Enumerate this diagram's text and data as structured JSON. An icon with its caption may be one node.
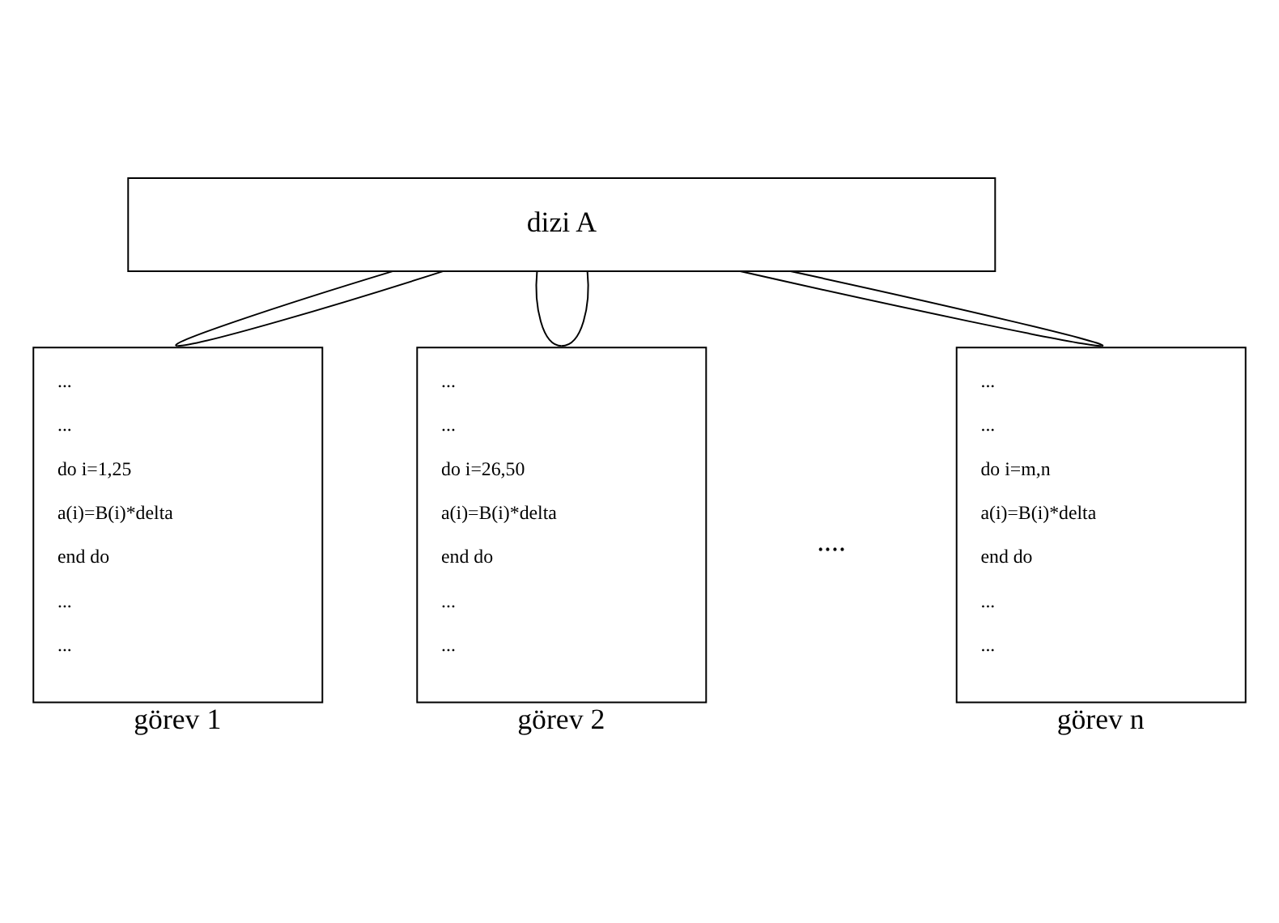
{
  "diagram": {
    "nodes": [
      {
        "text": [
          "dizi A"
        ]
      },
      {
        "text": [
          "...",
          "...",
          "do i=1,25",
          "a(i)=B(i)*delta",
          "end do",
          "...",
          "..."
        ],
        "beside": [
          "görev 1"
        ]
      },
      {
        "text": [
          "...",
          "...",
          "do i=26,50",
          "a(i)=B(i)*delta",
          "end do",
          "...",
          "..."
        ],
        "beside": [
          "görev 2"
        ]
      },
      {
        "text": [
          "...",
          "...",
          "do i=m,n",
          "a(i)=B(i)*delta",
          "end do",
          "...",
          "..."
        ],
        "beside": [
          "görev n"
        ]
      }
    ],
    "edges": [
      {
        "from": 0,
        "to": 1,
        "arrow": "none"
      },
      {
        "from": 0,
        "to": 1,
        "arrow": "none"
      },
      {
        "from": 0,
        "to": 2,
        "arrow": "none"
      },
      {
        "from": 0,
        "to": 2,
        "arrow": "none"
      },
      {
        "from": 0,
        "to": 3,
        "arrow": "none"
      },
      {
        "from": 0,
        "to": 3,
        "arrow": "none"
      }
    ],
    "labels": [
      "...."
    ]
  }
}
